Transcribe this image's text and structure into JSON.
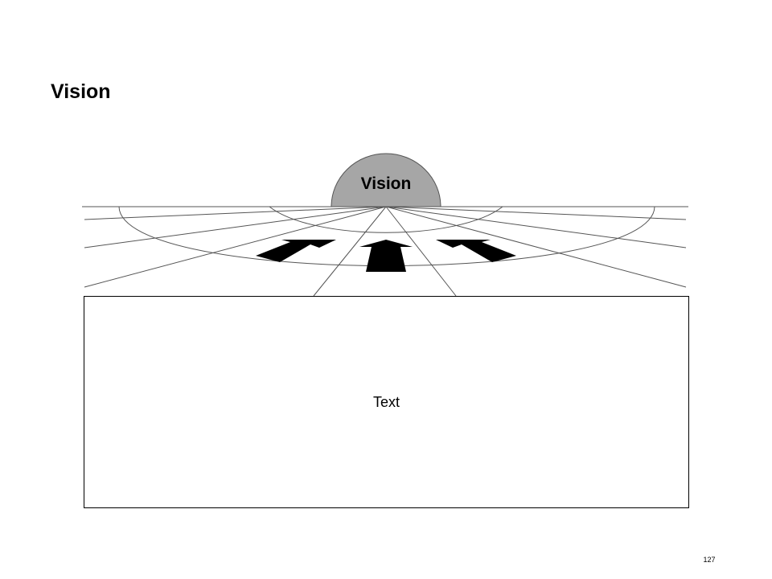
{
  "slide": {
    "title": "Vision",
    "page_number": "127"
  },
  "diagram": {
    "dome_label": "Vision",
    "text_box_label": "Text",
    "dome_color": "#a6a6a6",
    "line_color": "#555555",
    "arrow_color": "#000000"
  }
}
